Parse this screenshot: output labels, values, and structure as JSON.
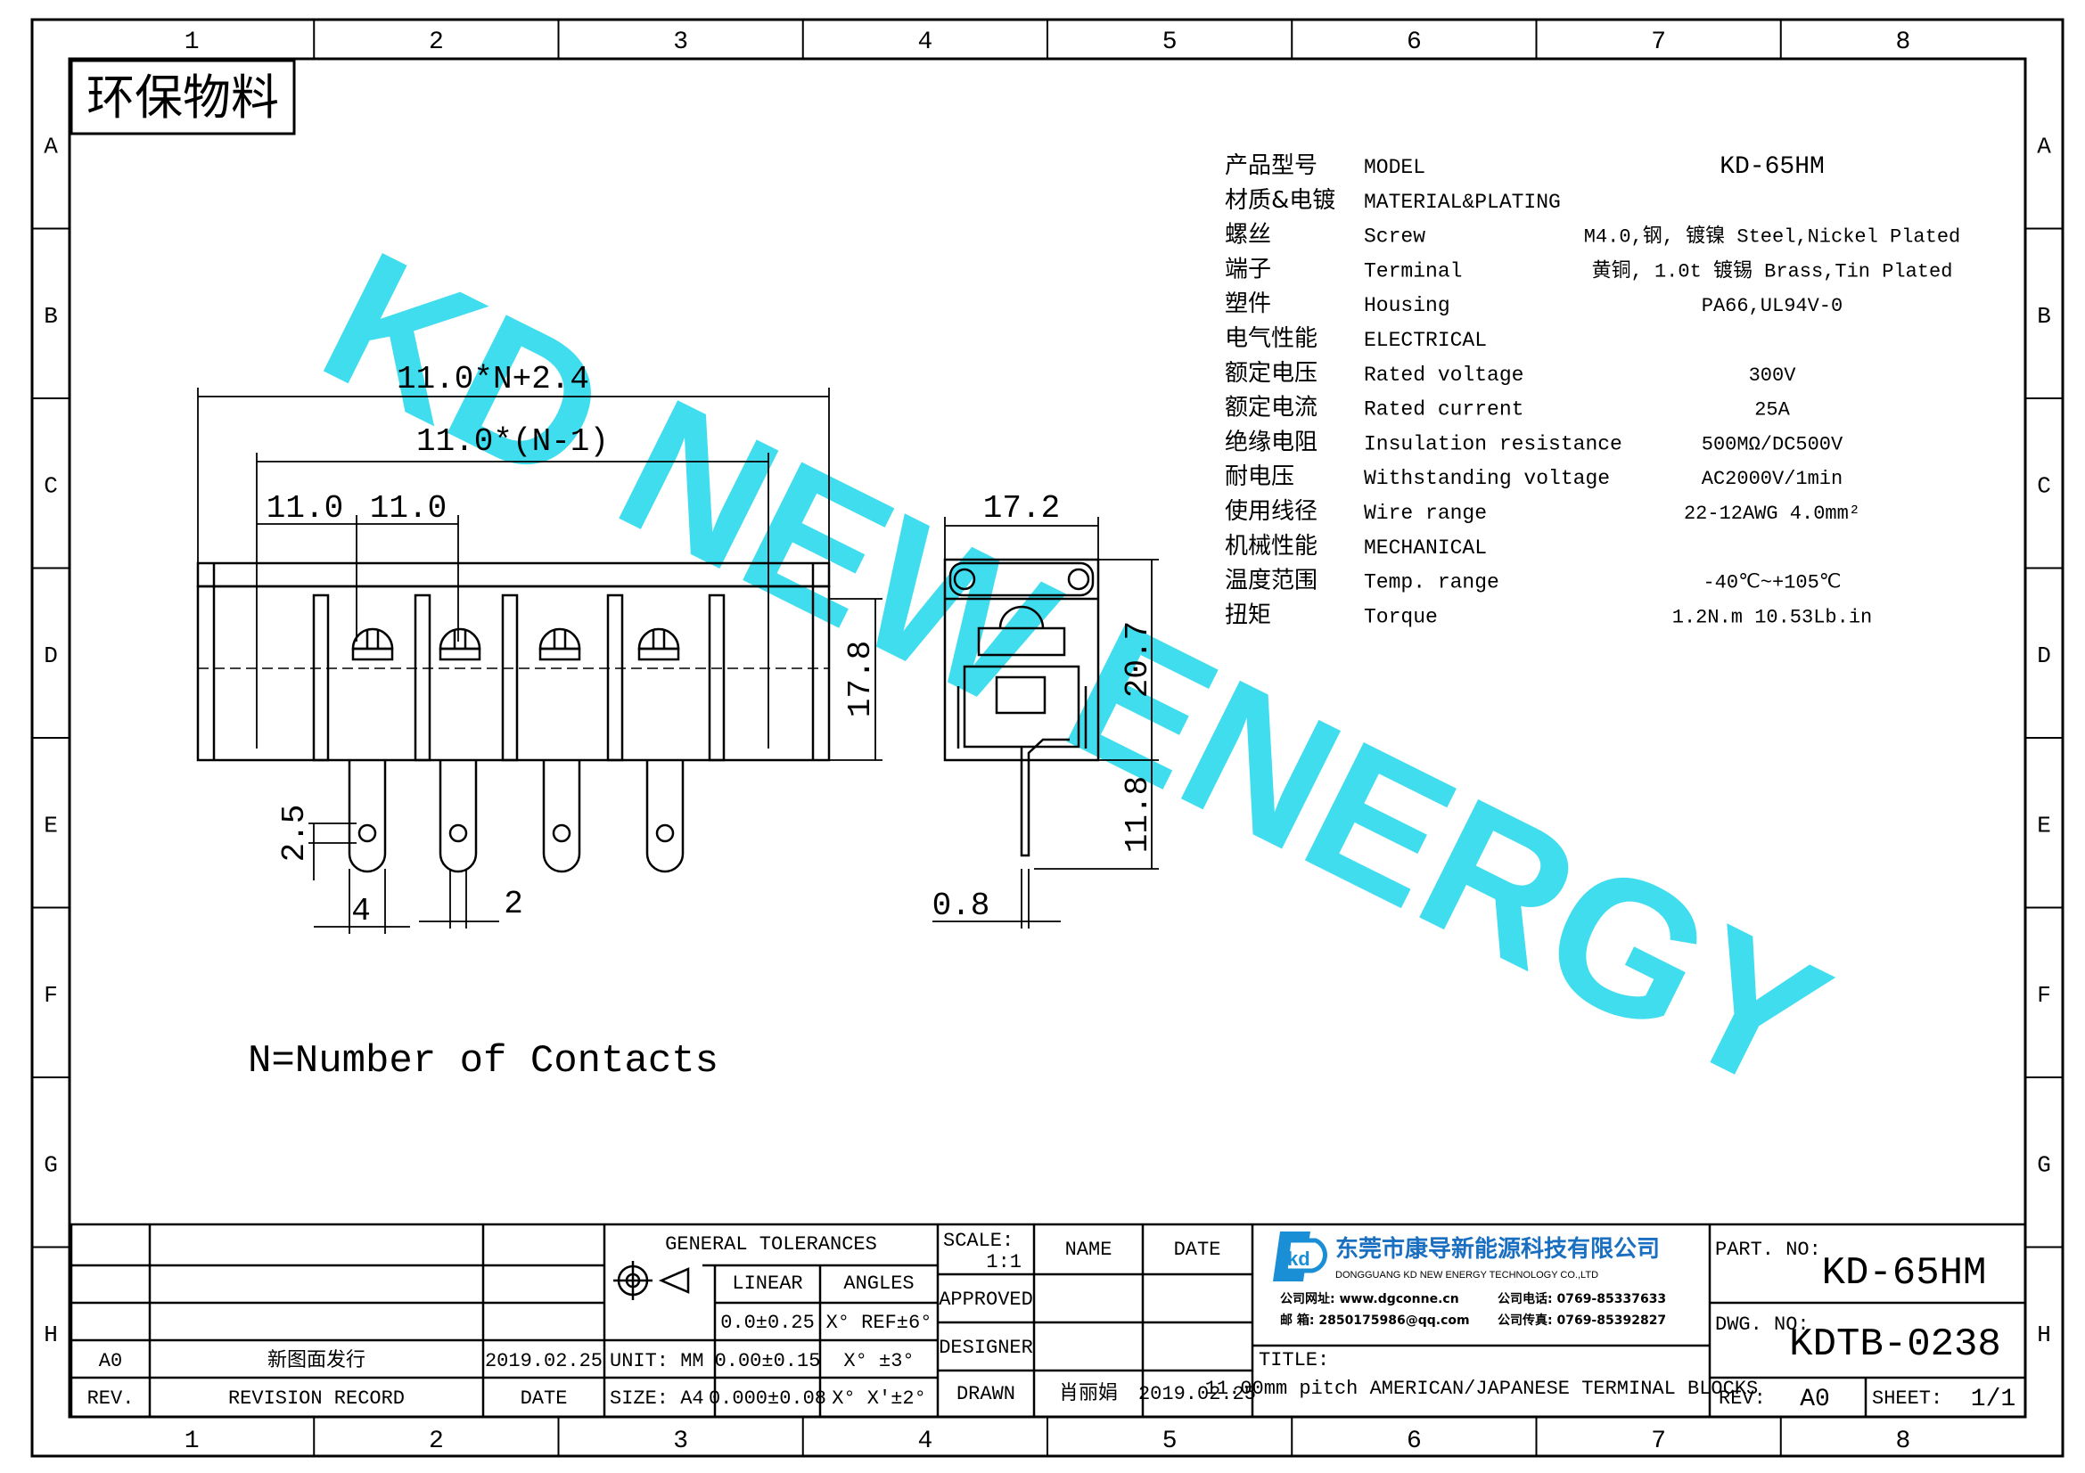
{
  "frame": {
    "col_labels": [
      "1",
      "2",
      "3",
      "4",
      "5",
      "6",
      "7",
      "8"
    ],
    "row_labels": [
      "A",
      "B",
      "C",
      "D",
      "E",
      "F",
      "G",
      "H"
    ]
  },
  "badge": "环保物料",
  "watermark": "KD NEW ENERGY",
  "note": "N=Number of Contacts",
  "dimensions": {
    "overall": "11.0*N+2.4",
    "span": "11.0*(N-1)",
    "pitch_a": "11.0",
    "pitch_b": "11.0",
    "height_front": "17.8",
    "depth": "17.2",
    "height_side": "20.7",
    "pin_length": "11.8",
    "pin_thickness": "0.8",
    "hole_dia": "2.5",
    "pin_width": "4",
    "hole_offset": "2"
  },
  "specs": [
    {
      "zh": "产品型号",
      "en": "MODEL",
      "value": "KD-65HM"
    },
    {
      "zh": "材质&电镀",
      "en": "MATERIAL&PLATING",
      "value": ""
    },
    {
      "zh": "螺丝",
      "en": "Screw",
      "value": "M4.0,钢, 镀镍 Steel,Nickel Plated"
    },
    {
      "zh": "端子",
      "en": "Terminal",
      "value": "黄铜, 1.0t 镀锡 Brass,Tin Plated"
    },
    {
      "zh": "塑件",
      "en": "Housing",
      "value": "PA66,UL94V-0"
    },
    {
      "zh": "电气性能",
      "en": "ELECTRICAL",
      "value": ""
    },
    {
      "zh": "额定电压",
      "en": "Rated voltage",
      "value": "300V"
    },
    {
      "zh": "额定电流",
      "en": "Rated current",
      "value": "25A"
    },
    {
      "zh": "绝缘电阻",
      "en": "Insulation resistance",
      "value": "500MΩ/DC500V"
    },
    {
      "zh": "耐电压",
      "en": "Withstanding voltage",
      "value": "AC2000V/1min"
    },
    {
      "zh": "使用线径",
      "en": "Wire range",
      "value": "22-12AWG 4.0mm²"
    },
    {
      "zh": "机械性能",
      "en": "MECHANICAL",
      "value": ""
    },
    {
      "zh": "温度范围",
      "en": "Temp. range",
      "value": "-40℃~+105℃"
    },
    {
      "zh": "扭矩",
      "en": "Torque",
      "value": "1.2N.m  10.53Lb.in"
    }
  ],
  "title_block": {
    "revision": {
      "rev": "A0",
      "record": "新图面发行",
      "date": "2019.02.25"
    },
    "rev_header": {
      "rev": "REV.",
      "record": "REVISION RECORD",
      "date": "DATE"
    },
    "unit": "UNIT: MM",
    "size": "SIZE: A4",
    "general_tolerances": "GENERAL TOLERANCES",
    "linear": "LINEAR",
    "angles": "ANGLES",
    "tol_rows": [
      {
        "lin": "0.0±0.25",
        "ang": "X° REF±6°"
      },
      {
        "lin": "0.00±0.15",
        "ang": "X° ±3°"
      },
      {
        "lin": "0.000±0.08",
        "ang": "X° X'±2°"
      }
    ],
    "scale_label": "SCALE:",
    "scale_value": "1:1",
    "name": "NAME",
    "date": "DATE",
    "approved": "APPROVED",
    "designer": "DESIGNER",
    "drawn": "DRAWN",
    "drawn_name": "肖丽娟",
    "drawn_date": "2019.02.25",
    "company_zh": "东莞市康导新能源科技有限公司",
    "company_en": "DONGGUANG KD NEW ENERGY TECHNOLOGY CO.,LTD",
    "website": "公司网址: www.dgconne.cn",
    "phone": "公司电话: 0769-85337633",
    "email": "邮    箱: 2850175986@qq.com",
    "fax": "公司传真: 0769-85392827",
    "title_label": "TITLE:",
    "title": "11.00mm pitch AMERICAN/JAPANESE TERMINAL BLOCKS",
    "part_no_label": "PART. NO:",
    "part_no": "KD-65HM",
    "dwg_no_label": "DWG. NO:",
    "dwg_no": "KDTB-0238",
    "rev_label": "REV:",
    "rev_value": "A0",
    "sheet_label": "SHEET:",
    "sheet_value": "1/1"
  }
}
